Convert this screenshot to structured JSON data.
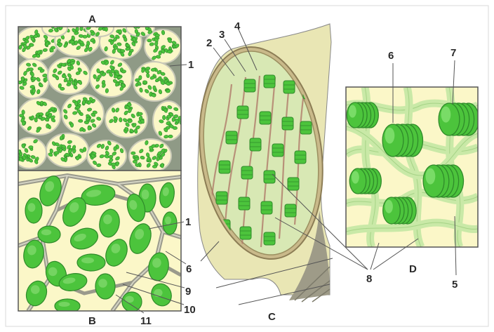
{
  "panels": {
    "A": "A",
    "B": "B",
    "C": "C",
    "D": "D"
  },
  "labels": {
    "l1": "1",
    "l2": "2",
    "l3": "3",
    "l4": "4",
    "l5": "5",
    "l6": "6",
    "l7": "7",
    "l8": "8",
    "l9": "9",
    "l10": "10",
    "l11": "11"
  },
  "colors": {
    "chloroplast": "#4cc43c",
    "chloroplast_dark": "#2f8a2a",
    "cytoplasm": "#fbf7c8",
    "cell_wall": "#9a9a8c",
    "stroma": "#c9e9a7",
    "tissue": "#e9e6b4"
  }
}
